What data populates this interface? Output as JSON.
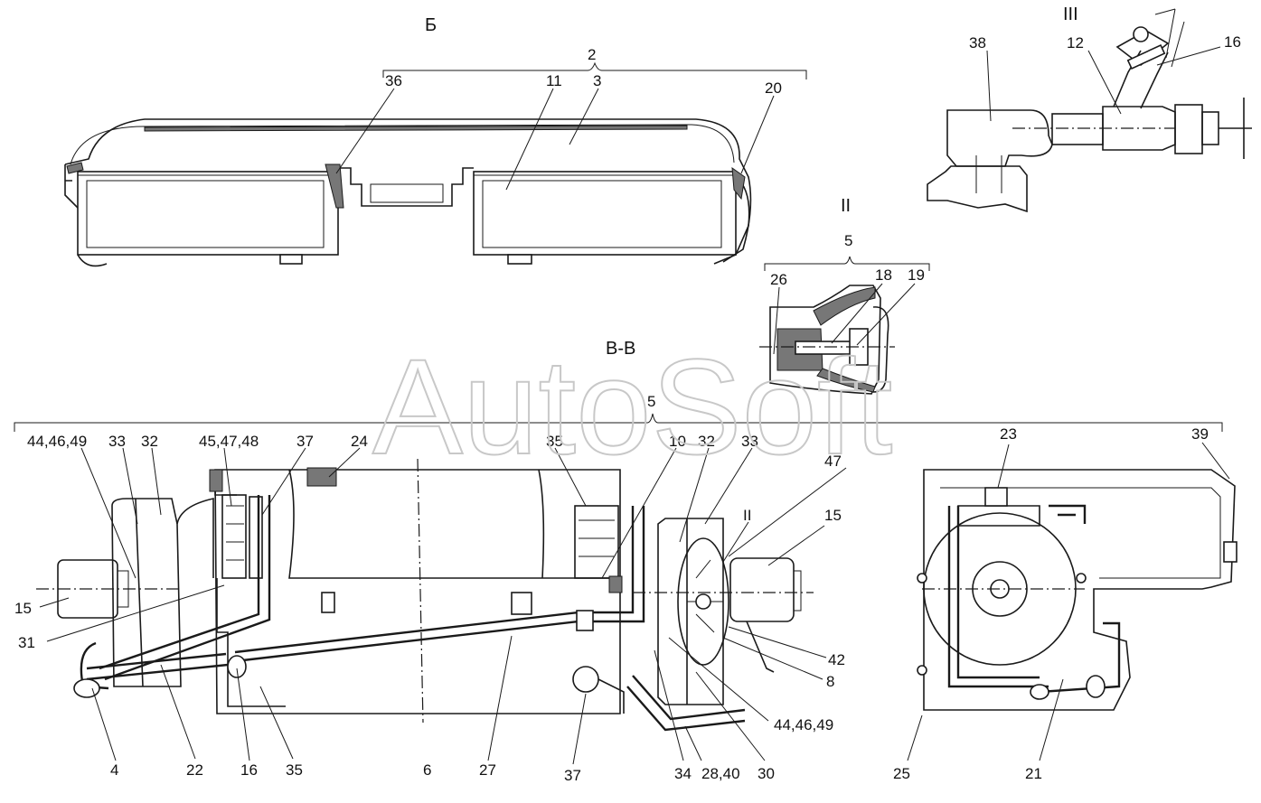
{
  "watermark": "AutoSoft",
  "views": {
    "b": {
      "title": "Б"
    },
    "iii": {
      "title": "III"
    },
    "ii": {
      "title": "II"
    },
    "vv": {
      "title": "В-В"
    }
  },
  "callouts": {
    "b_2": "2",
    "b_36": "36",
    "b_11": "11",
    "b_3": "3",
    "b_20": "20",
    "iii_38": "38",
    "iii_12": "12",
    "iii_16": "16",
    "ii_5": "5",
    "ii_26": "26",
    "ii_18": "18",
    "ii_19": "19",
    "vv_5": "5",
    "vv_44_46_49_top": "44,46,49",
    "vv_33_left": "33",
    "vv_32_left": "32",
    "vv_45_47_48": "45,47,48",
    "vv_37_top": "37",
    "vv_24": "24",
    "vv_35_top": "35",
    "vv_10": "10",
    "vv_32_right": "32",
    "vv_33_right": "33",
    "vv_47": "47",
    "vv_ii_ref": "II",
    "vv_15_right": "15",
    "vv_15_left": "15",
    "vv_31": "31",
    "vv_42": "42",
    "vv_8": "8",
    "vv_44_46_49_bottom": "44,46,49",
    "vv_4": "4",
    "vv_22": "22",
    "vv_16": "16",
    "vv_35_bottom": "35",
    "vv_6": "6",
    "vv_27": "27",
    "vv_37_bottom": "37",
    "vv_34": "34",
    "vv_28_40": "28,40",
    "vv_30": "30",
    "side_23": "23",
    "side_39": "39",
    "side_25": "25",
    "side_21": "21"
  }
}
